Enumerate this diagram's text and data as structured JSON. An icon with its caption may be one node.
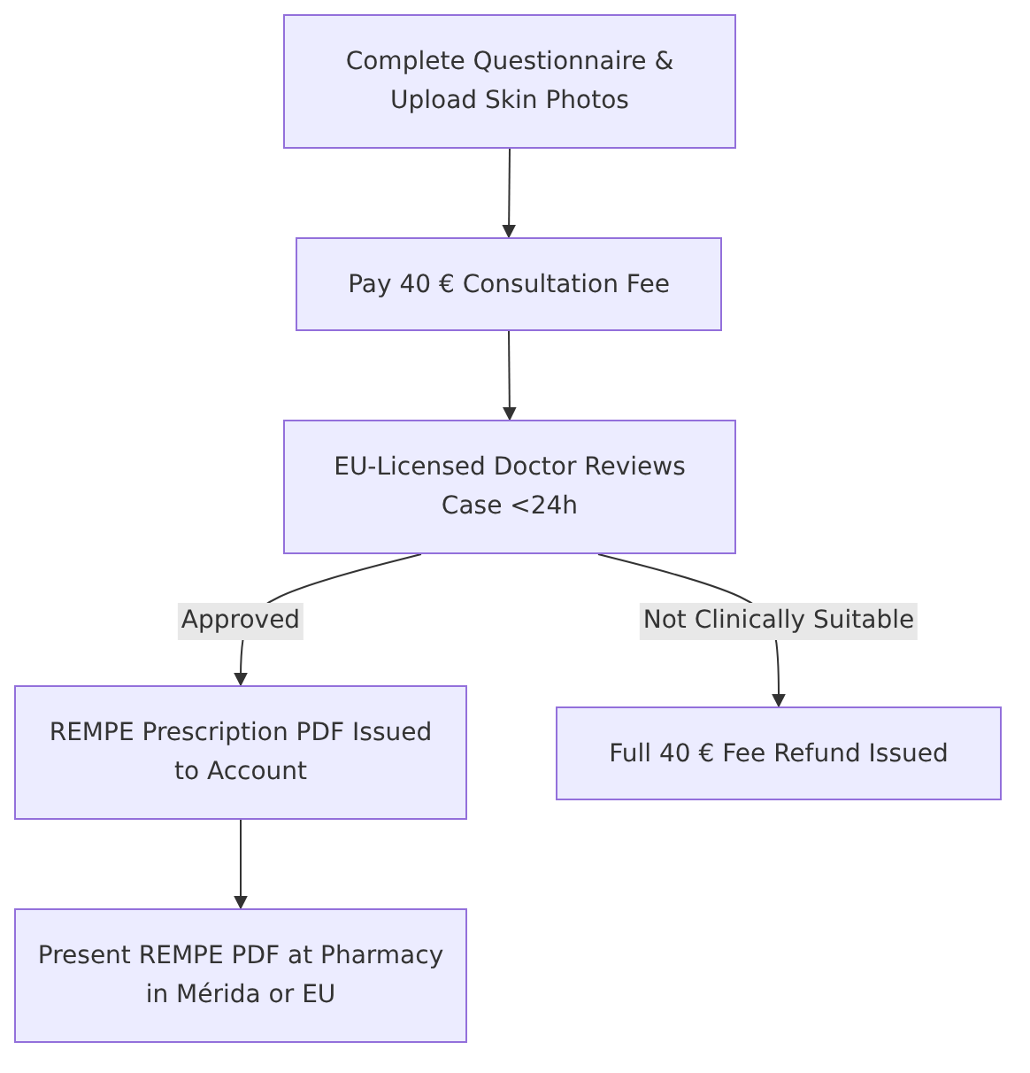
{
  "diagram": {
    "nodes": [
      {
        "text": [
          "Complete Questionnaire & Upload Skin Photos"
        ]
      },
      {
        "text": [
          "Pay 40 € Consultation Fee"
        ]
      },
      {
        "text": [
          "EU-Licensed Doctor Reviews Case <24h"
        ]
      },
      {
        "text": [
          "REMPE Prescription PDF Issued to Account"
        ]
      },
      {
        "text": [
          "Full 40 € Fee Refund Issued"
        ]
      },
      {
        "text": [
          "Present REMPE PDF at Pharmacy in Mérida or EU"
        ]
      }
    ],
    "edges": [
      {
        "from": 0,
        "to": 1,
        "arrow": "to"
      },
      {
        "from": 1,
        "to": 2,
        "arrow": "to"
      },
      {
        "from": 2,
        "to": 3,
        "arrow": "to",
        "label": "Approved"
      },
      {
        "from": 2,
        "to": 4,
        "arrow": "to",
        "label": "Not Clinically Suitable"
      },
      {
        "from": 3,
        "to": 5,
        "arrow": "to"
      }
    ]
  }
}
